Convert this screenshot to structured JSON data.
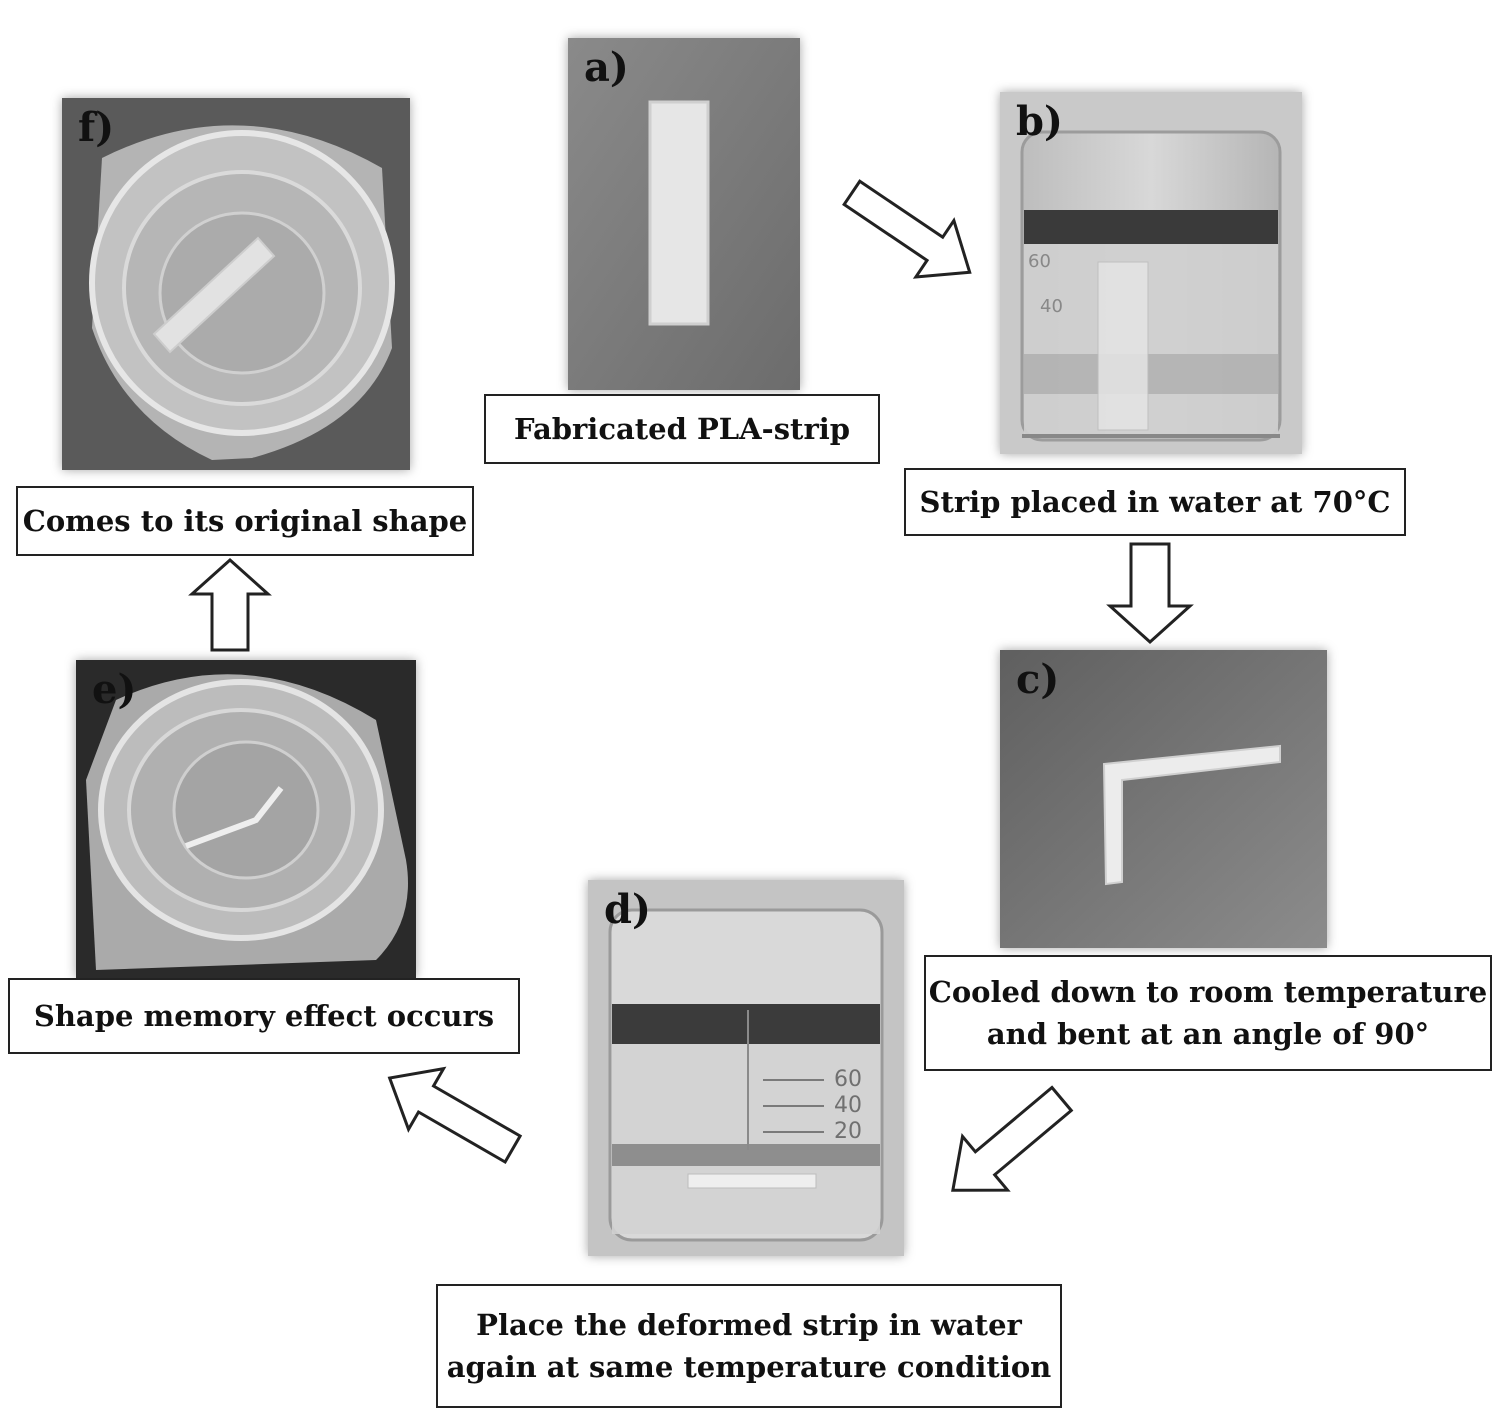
{
  "steps": [
    {
      "id": "a",
      "label": "a)",
      "caption": "Fabricated PLA-strip"
    },
    {
      "id": "b",
      "label": "b)",
      "caption": "Strip placed in water at 70°C"
    },
    {
      "id": "c",
      "label": "c)",
      "caption": "Cooled down to room temperature\nand bent at an angle of 90°"
    },
    {
      "id": "d",
      "label": "d)",
      "caption": "Place the deformed strip in water\nagain at same temperature condition"
    },
    {
      "id": "e",
      "label": "e)",
      "caption": "Shape memory effect occurs"
    },
    {
      "id": "f",
      "label": "f)",
      "caption": "Comes to its original shape"
    }
  ],
  "beaker_b_marks": [
    "60",
    "40"
  ],
  "beaker_d_marks": [
    "60",
    "40",
    "20"
  ]
}
